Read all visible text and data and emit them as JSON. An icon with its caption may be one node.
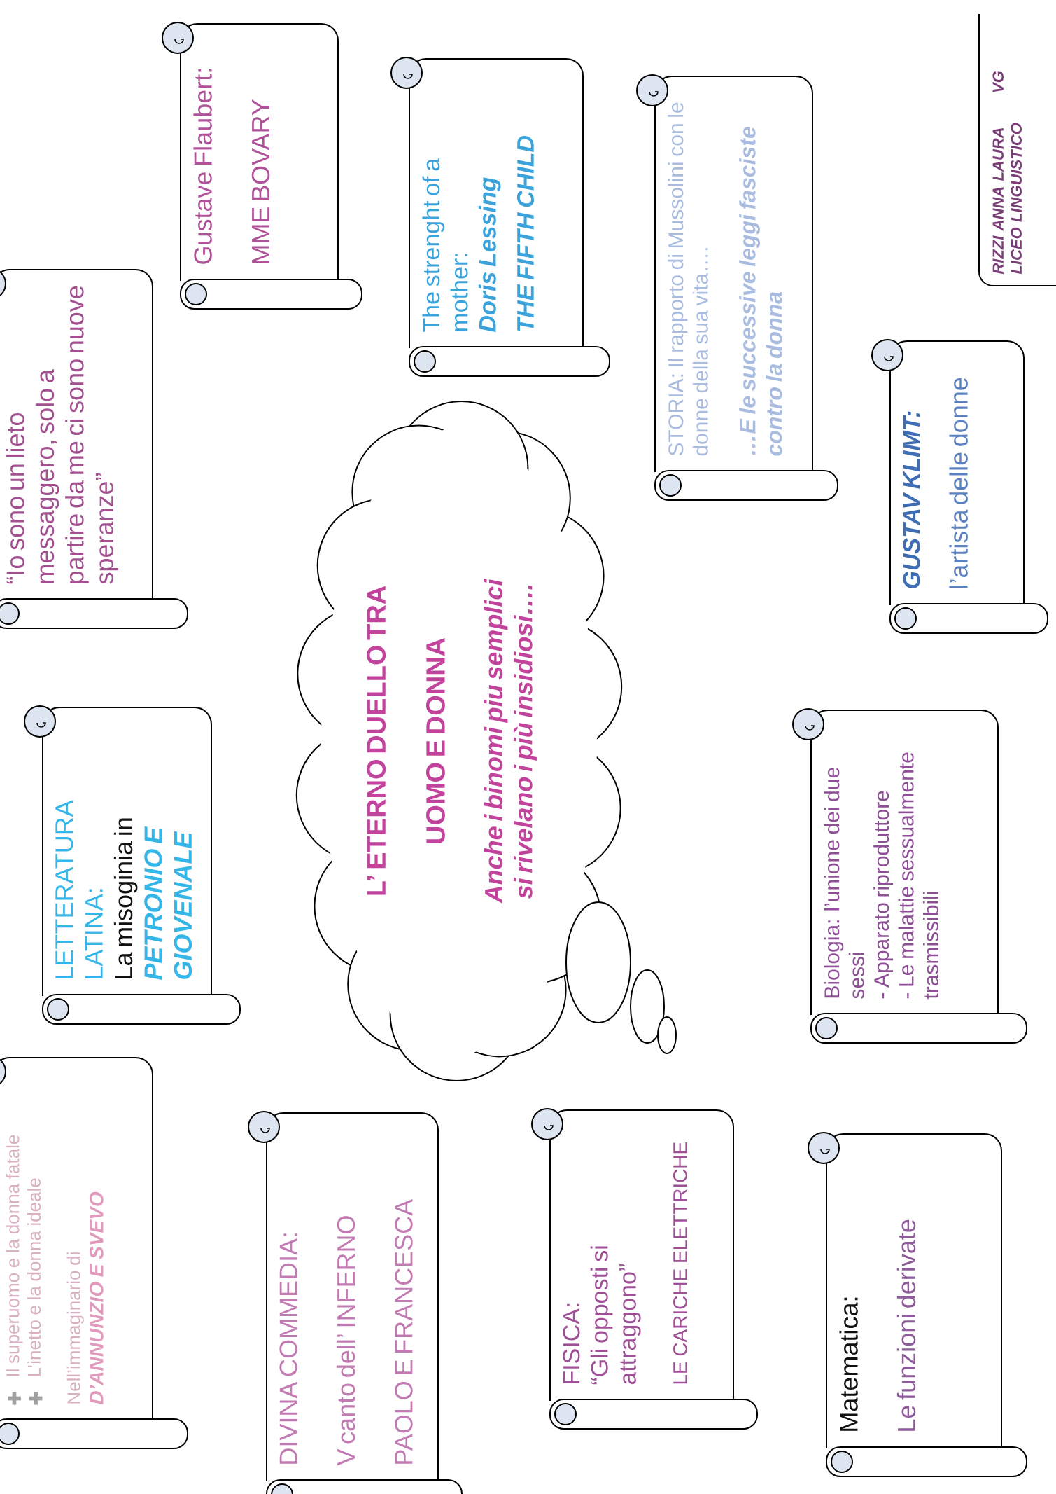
{
  "diagram": {
    "nodes": [
      {
        "text": [
          "“Io sono un lieto messaggero, solo a partire da me ci sono nuove speranze”"
        ]
      },
      {
        "text": [
          "Gustave Flaubert:",
          "MME BOVARY"
        ]
      },
      {
        "text": [
          "The strenght of a mother:",
          "Doris Lessing",
          "THE FIFTH CHILD"
        ]
      },
      {
        "text": [
          "STORIA: Il rapporto di Mussolini con le donne della sua vita….",
          "…E le successive leggi fasciste contro la donna"
        ]
      },
      {
        "text": [
          "RIZZI ANNA LAURA",
          "VG",
          "LICEO LINGUISTICO"
        ]
      },
      {
        "text": [
          "GUSTAV KLIMT:",
          "l’artista delle donne"
        ]
      },
      {
        "text": [
          "LETTERATURA LATINA:",
          "La misoginia in",
          "PETRONIO E GIOVENALE"
        ]
      },
      {
        "text": [
          "L’ ETERNO DUELLO TRA",
          "UOMO E DONNA",
          "Anche i binomi piu semplici si rivelano i più insidiosi…."
        ]
      },
      {
        "text": [
          "Biologia: l’unione dei due sessi",
          "- Apparato riproduttore",
          "- Le malattie sessualmente trasmissibili"
        ]
      },
      {
        "text": [
          "Il superuomo e la donna fatale",
          "L’inetto e la donna ideale",
          "Nell’immaginario di",
          "D’ANNUNZIO E SVEVO"
        ]
      },
      {
        "text": [
          "DIVINA COMMEDIA:",
          "V canto dell’ INFERNO",
          "PAOLO E FRANCESCA"
        ]
      },
      {
        "text": [
          "FISICA:",
          "“Gli opposti si attraggono”",
          "LE CARICHE ELETTRICHE"
        ]
      },
      {
        "text": [
          "Matematica:",
          "Le funzioni derivate"
        ]
      }
    ]
  }
}
